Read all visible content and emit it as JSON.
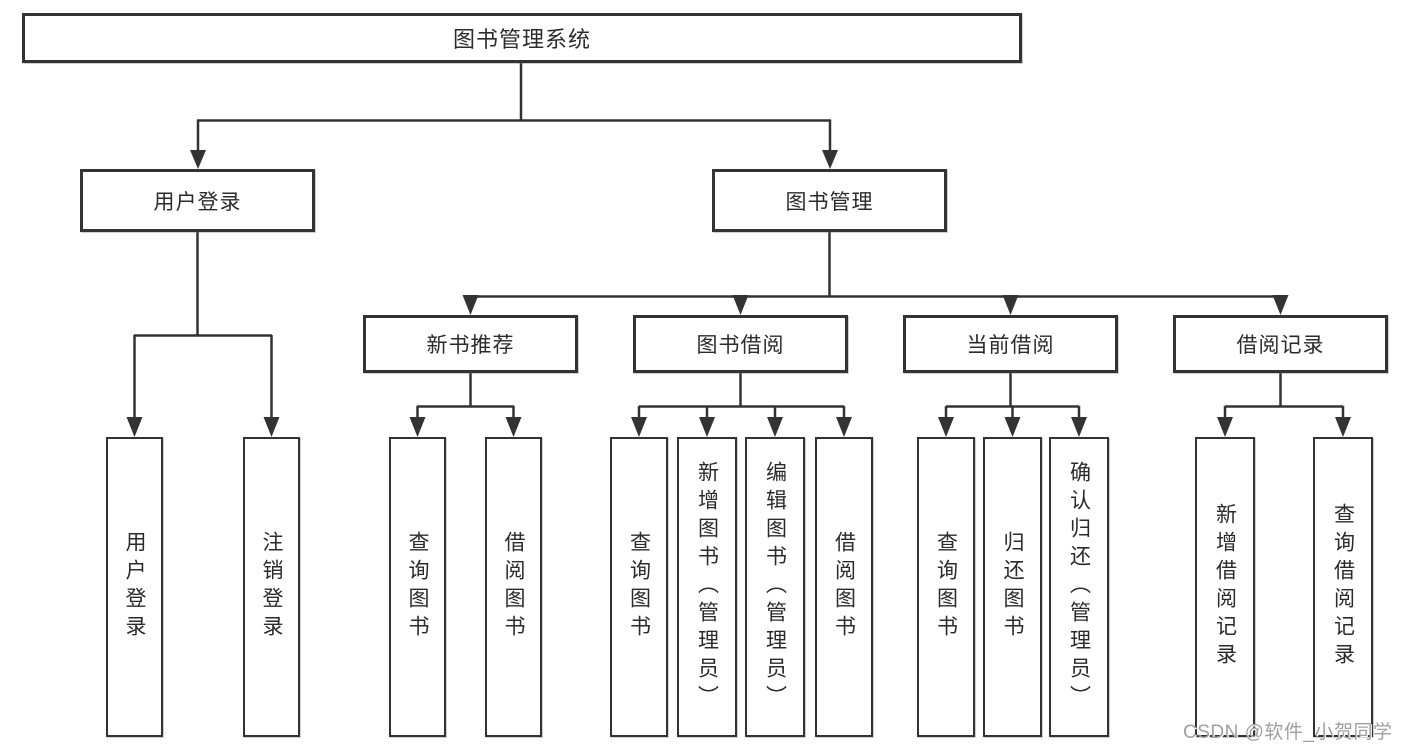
{
  "diagram": {
    "title": "图书管理系统",
    "level2": [
      {
        "label": "用户登录"
      },
      {
        "label": "图书管理"
      }
    ],
    "level3": [
      {
        "label": "新书推荐"
      },
      {
        "label": "图书借阅"
      },
      {
        "label": "当前借阅"
      },
      {
        "label": "借阅记录"
      }
    ],
    "children": {
      "userLogin": [
        {
          "label": "用户登录"
        },
        {
          "label": "注销登录"
        }
      ],
      "newBookRecommend": [
        {
          "label": "查询图书"
        },
        {
          "label": "借阅图书"
        }
      ],
      "bookBorrowing": [
        {
          "label": "查询图书"
        },
        {
          "label": "新增图书（管理员）"
        },
        {
          "label": "编辑图书（管理员）"
        },
        {
          "label": "借阅图书"
        }
      ],
      "currentBorrowing": [
        {
          "label": "查询图书"
        },
        {
          "label": "归还图书"
        },
        {
          "label": "确认归还（管理员）"
        }
      ],
      "borrowingRecords": [
        {
          "label": "新增借阅记录"
        },
        {
          "label": "查询借阅记录"
        }
      ]
    }
  },
  "watermark": {
    "text": "CSDN @软件_小贺同学"
  },
  "colors": {
    "line": "#333333",
    "border": "#333333",
    "text": "#2b2b2b",
    "background": "#ffffff",
    "watermark": "#a0a0a0"
  }
}
